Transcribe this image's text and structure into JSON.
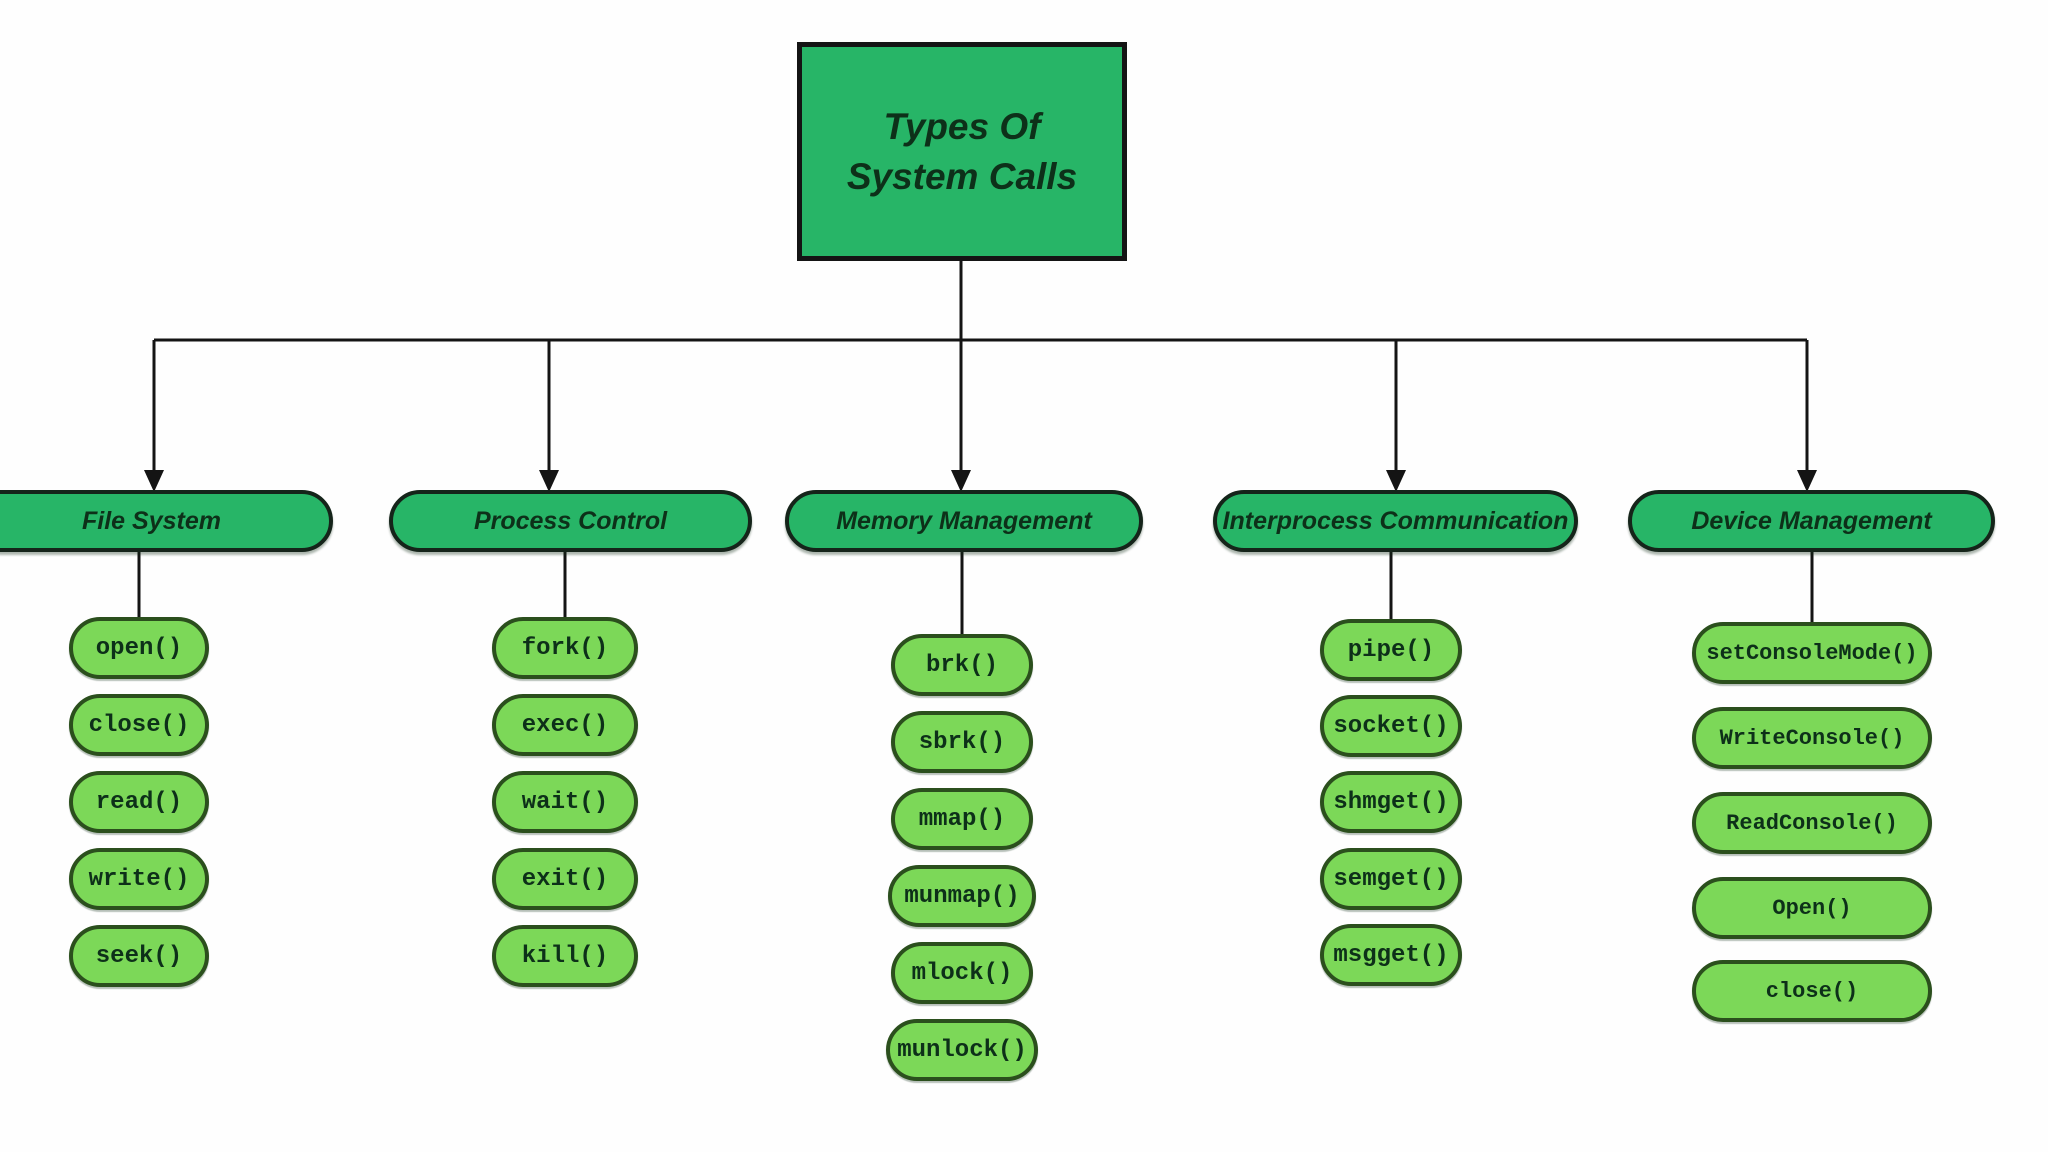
{
  "title": "Types Of System Calls",
  "colors": {
    "canvas-bg": "#fefefe",
    "node-green": "#27b567",
    "leaf-green": "#7cd858",
    "node-border": "#15241a",
    "leaf-border": "#2b4f1d",
    "text-dark": "#0d3019",
    "line-black": "#141414"
  },
  "columns": [
    {
      "label": "File System",
      "items": [
        "open()",
        "close()",
        "read()",
        "write()",
        "seek()"
      ]
    },
    {
      "label": "Process Control",
      "items": [
        "fork()",
        "exec()",
        "wait()",
        "exit()",
        "kill()"
      ]
    },
    {
      "label": "Memory Management",
      "items": [
        "brk()",
        "sbrk()",
        "mmap()",
        "munmap()",
        "mlock()",
        "munlock()"
      ]
    },
    {
      "label": "Interprocess Communication",
      "items": [
        "pipe()",
        "socket()",
        "shmget()",
        "semget()",
        "msgget()"
      ]
    },
    {
      "label": "Device Management",
      "items": [
        "setConsoleMode()",
        "WriteConsole()",
        "ReadConsole()",
        "Open()",
        "close()"
      ]
    }
  ]
}
